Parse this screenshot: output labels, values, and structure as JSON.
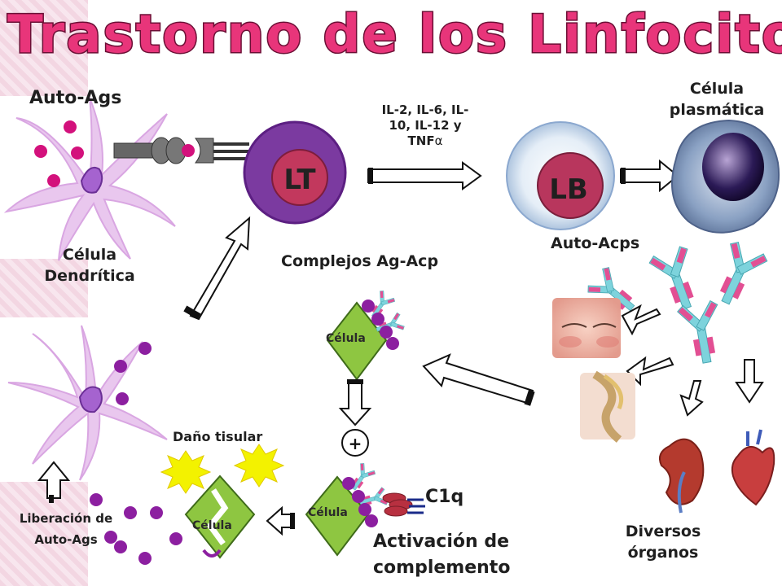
{
  "title": "Trastorno de los Linfocitos",
  "labels": {
    "auto_ags": "Auto-Ags",
    "celula_dendritica_1": "Célula",
    "celula_dendritica_2": "Dendrítica",
    "lt": "LT",
    "cytokines_1": "IL-2, IL-6, IL-",
    "cytokines_2": "10, IL-12 y",
    "cytokines_3": "TNF",
    "cytokines_alpha": "α",
    "lb": "LB",
    "celula_plasmatica_1": "Célula",
    "celula_plasmatica_2": "plasmática",
    "auto_acps": "Auto-Acps",
    "complejos": "Complejos Ag-Acp",
    "celula": "Célula",
    "plus": "+",
    "dano_tisular": "Daño tisular",
    "c1q": "C1q",
    "activacion_1": "Activación de",
    "activacion_2": "complemento",
    "liberacion_1": "Liberación de",
    "liberacion_2": "Auto-Ags",
    "diversos_1": "Diversos",
    "diversos_2": "órganos"
  },
  "colors": {
    "title_fill": "#e8357a",
    "magenta": "#d3117c",
    "purple": "#8c1fa0",
    "lt_purple": "#7b3aa0",
    "lt_nucleus": "#c2385d",
    "green": "#8ec641",
    "antibody_cyan": "#7dd3dc",
    "antibody_pink": "#e24f93",
    "dendrite": "#e9c7ee"
  }
}
